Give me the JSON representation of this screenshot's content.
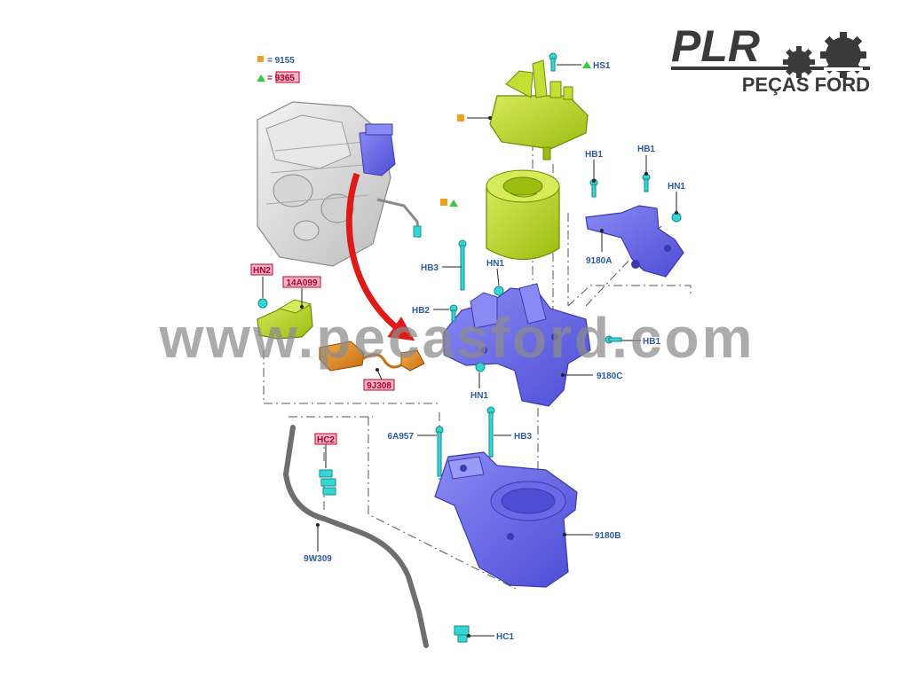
{
  "brand": {
    "name": "PLR",
    "tagline": "PEÇAS FORD"
  },
  "watermark": "www.pecasford.com",
  "legend": [
    {
      "code": "= 9155",
      "color": "#f0a020",
      "symbol": "square"
    },
    {
      "code": "= 9365",
      "color": "#33cc44",
      "symbol": "triangle",
      "highlighted": true
    }
  ],
  "labels": {
    "hs1": "HS1",
    "hb1_a": "HB1",
    "hb1_b": "HB1",
    "hn1_right": "HN1",
    "hb3_top": "HB3",
    "hn1_top": "HN1",
    "hb2": "HB2",
    "v9180a": "9180A",
    "hb1_mid": "HB1",
    "hn1_bottom": "HN1",
    "v9180c": "9180C",
    "hn2": "HN2",
    "v14a099": "14A099",
    "v9j308": "9J308",
    "v6a957": "6A957",
    "hb3_bottom": "HB3",
    "hc2": "HC2",
    "v9180b": "9180B",
    "v9w309": "9W309",
    "hc1": "HC1"
  },
  "colors": {
    "accent_blue": "#6f6fe8",
    "filter_green": "#b4d21e",
    "harness_orange": "#e08a1e",
    "fastener_cyan": "#35d6d6",
    "arrow_red": "#e01818"
  }
}
